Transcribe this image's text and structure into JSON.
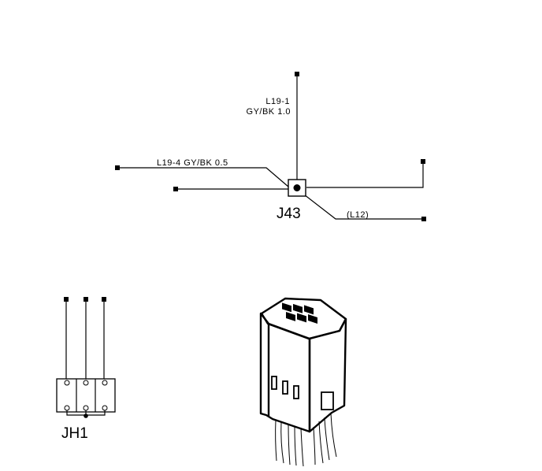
{
  "splice": {
    "label": "J43",
    "wire_top_label_1": "L19-1",
    "wire_top_label_2": "GY/BK 1.0",
    "wire_left_label": "L19-4 GY/BK 0.5",
    "wire_right_label": "(L12)"
  },
  "junction_block": {
    "label": "JH1"
  }
}
